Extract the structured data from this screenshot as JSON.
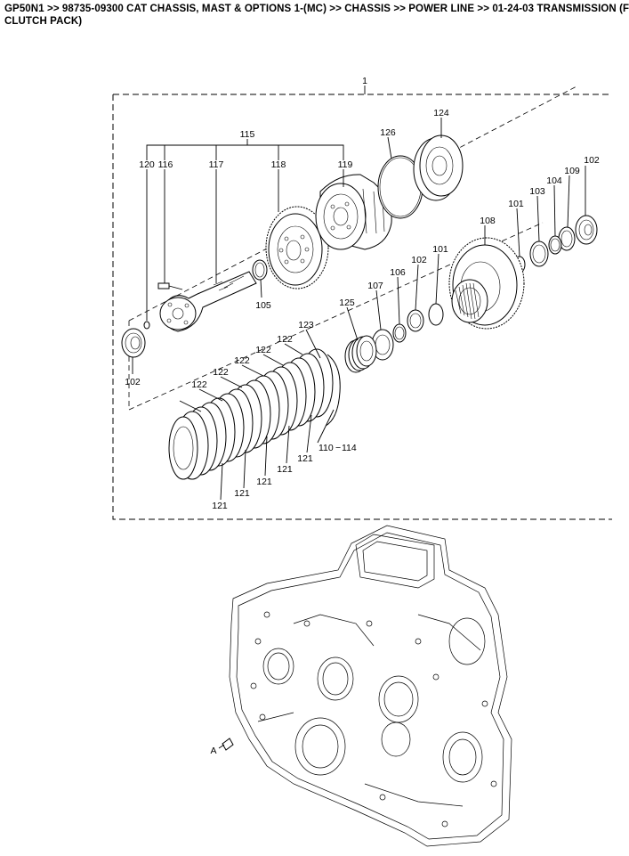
{
  "header": {
    "breadcrumb_line1": "GP50N1 >> 98735-09300 CAT CHASSIS, MAST & OPTIONS 1-(MC) >> CHASSIS >> POWER LINE >> 01-24-03 TRANSMISSION (F",
    "breadcrumb_line2": "CLUTCH PACK)"
  },
  "callouts": {
    "c1": "1",
    "c101a": "101",
    "c101b": "101",
    "c102a": "102",
    "c102b": "102",
    "c102c": "102",
    "c103": "103",
    "c104": "104",
    "c105": "105",
    "c106": "106",
    "c107": "107",
    "c108": "108",
    "c109": "109",
    "c110": "110",
    "c110_114_sep": "−",
    "c114": "114",
    "c115": "115",
    "c116": "116",
    "c117": "117",
    "c118": "118",
    "c119": "119",
    "c120": "120",
    "c121a": "121",
    "c121b": "121",
    "c121c": "121",
    "c121d": "121",
    "c121e": "121",
    "c122a": "122",
    "c122b": "122",
    "c122c": "122",
    "c122d": "122",
    "c122e": "122",
    "c123": "123",
    "c124": "124",
    "c125": "125",
    "c126": "126",
    "view_a": "A"
  }
}
